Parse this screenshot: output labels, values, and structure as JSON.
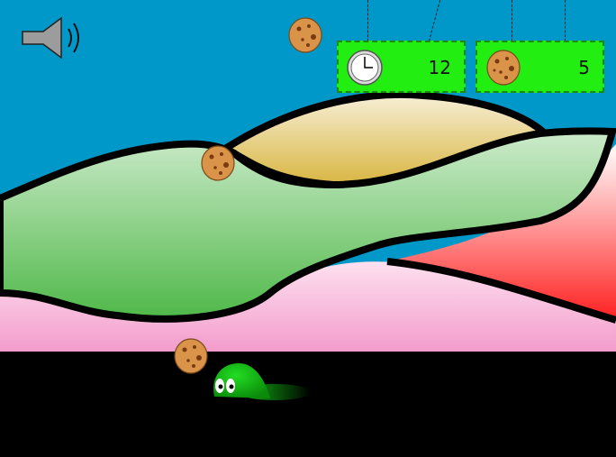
{
  "game": {
    "sound": {
      "state": "on",
      "icon": "speaker-icon"
    },
    "hud": {
      "timer": {
        "icon": "clock-icon",
        "value": "12"
      },
      "cookies": {
        "icon": "cookie-icon",
        "value": "5"
      }
    },
    "colors": {
      "sky": "#0098c8",
      "ground": "#000000",
      "hud_panel": "#22ee11",
      "player": "#11bb11",
      "hill_green": "#7fcc70",
      "hill_yellow": "#e6cf7a",
      "hill_pink": "#f7b5d6",
      "hill_red": "#ff4040"
    }
  }
}
